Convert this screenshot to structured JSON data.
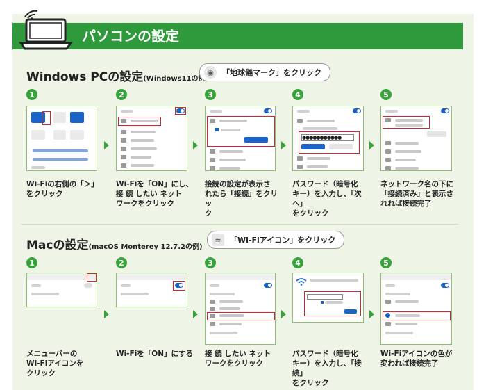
{
  "banner": {
    "title": "パソコンの設定"
  },
  "windows": {
    "title": "Windows PCの設定",
    "subtitle": "(Windows11の例)",
    "hint": "「地球儀マーク」をクリック",
    "steps": [
      {
        "num": "1",
        "caption": "Wi-Fiの右側の「＞」\nをクリック"
      },
      {
        "num": "2",
        "caption": "Wi-Fiを「ON」にし、\n接 続 したい ネット\nワークをクリック"
      },
      {
        "num": "3",
        "caption": "接続の設定が表示さ\nれたら「接続」をクリッ\nク"
      },
      {
        "num": "4",
        "caption": "パスワード（暗号化\nキー）を入力し、「次へ」\nをクリック"
      },
      {
        "num": "5",
        "caption": "ネットワーク名の下に\n「接続済み」と表示さ\nれれば接続完了"
      }
    ]
  },
  "mac": {
    "title": "Macの設定",
    "subtitle": "(macOS Monterey 12.7.2の例)",
    "hint": "「Wi-Fiアイコン」をクリック",
    "steps": [
      {
        "num": "1",
        "caption": "メニューバーの\nWi-Fiアイコンを\nクリック"
      },
      {
        "num": "2",
        "caption": "Wi-Fiを「ON」にする"
      },
      {
        "num": "3",
        "caption": "接 続 したい ネット\nワークをクリック"
      },
      {
        "num": "4",
        "caption": "パスワード（暗号化\nキー）を入力し、「接続」\nをクリック"
      },
      {
        "num": "5",
        "caption": "Wi-Fiアイコンの色が\n変われば接続完了"
      }
    ]
  },
  "colors": {
    "green": "#2f9a3c",
    "accent": "#37a33a",
    "highlight": "#d8232a",
    "background": "#eef4e6"
  },
  "icons": {
    "laptop": "laptop-wifi-icon",
    "globe": "globe-icon",
    "wifi": "wifi-icon",
    "arrow": "arrow-right-icon"
  }
}
